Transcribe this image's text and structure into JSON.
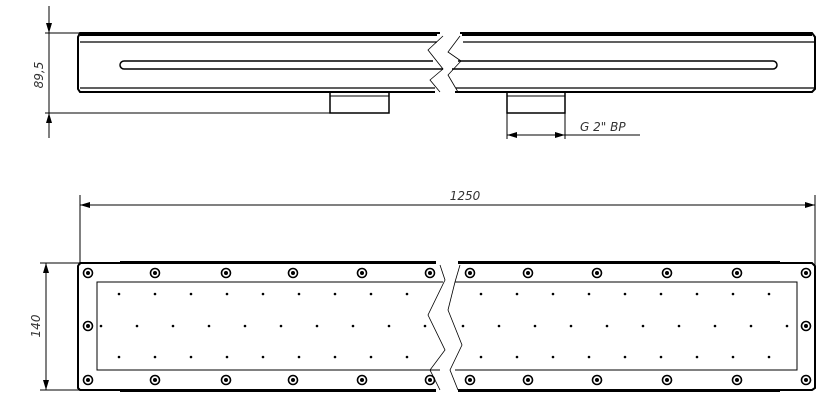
{
  "drawing": {
    "side_view": {
      "height_dimension": "89,5",
      "thread_label": "G 2\" ВР"
    },
    "top_view": {
      "length_dimension": "1250",
      "width_dimension": "140"
    },
    "colors": {
      "line": "#000000",
      "dimension": "#333333",
      "background": "#ffffff"
    }
  }
}
